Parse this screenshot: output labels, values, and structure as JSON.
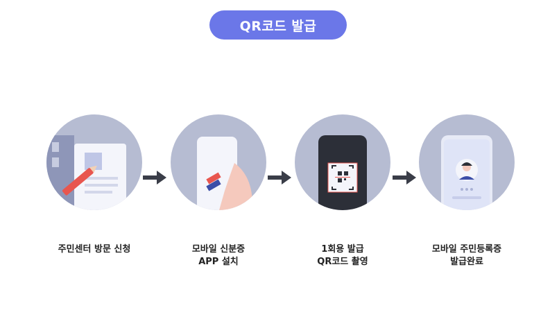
{
  "header": {
    "title": "QR코드 발급"
  },
  "steps": [
    {
      "icon": "document-pencil-icon",
      "label_lines": [
        "주민센터 방문 신청"
      ]
    },
    {
      "icon": "phone-app-icon",
      "label_lines": [
        "모바일 신분증",
        "APP 설치"
      ]
    },
    {
      "icon": "qr-scan-icon",
      "label_lines": [
        "1회용 발급",
        "QR코드 촬영"
      ]
    },
    {
      "icon": "mobile-id-card-icon",
      "label_lines": [
        "모바일 주민등록증",
        "발급완료"
      ]
    }
  ],
  "colors": {
    "accent": "#6b77e8",
    "circle": "#b6bcd2",
    "arrow": "#3a3d48"
  }
}
